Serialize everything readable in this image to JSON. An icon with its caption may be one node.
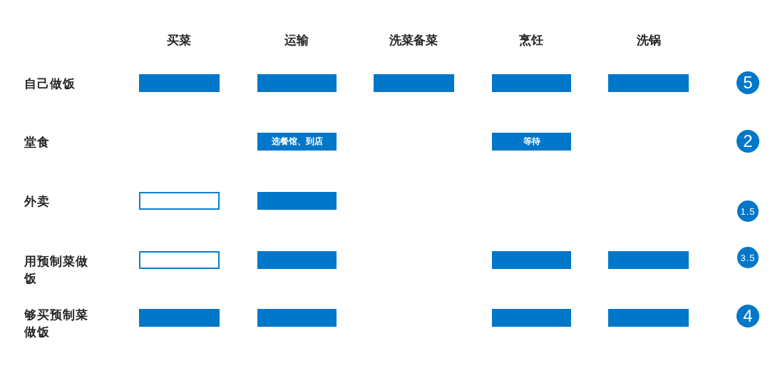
{
  "diagram": {
    "nodes": [
      {
        "text": [],
        "shape": "bar"
      },
      {
        "text": [],
        "shape": "bar"
      },
      {
        "text": [],
        "shape": "bar"
      },
      {
        "text": [],
        "shape": "bar"
      },
      {
        "text": [],
        "shape": "bar"
      },
      {
        "text": [
          "5"
        ]
      },
      {
        "text": [
          "选餐馆、到店"
        ]
      },
      {
        "text": [
          "等待"
        ]
      },
      {
        "text": [
          "2"
        ]
      },
      {
        "text": [],
        "shape": "bar"
      },
      {
        "text": [],
        "shape": "bar"
      },
      {
        "text": [
          "1.5"
        ]
      },
      {
        "text": [],
        "shape": "bar"
      },
      {
        "text": [],
        "shape": "bar"
      },
      {
        "text": [],
        "shape": "bar"
      },
      {
        "text": [],
        "shape": "bar"
      },
      {
        "text": [
          "3.5"
        ]
      },
      {
        "text": [],
        "shape": "bar"
      },
      {
        "text": [],
        "shape": "bar"
      },
      {
        "text": [],
        "shape": "bar"
      },
      {
        "text": [],
        "shape": "bar"
      },
      {
        "text": [
          "4"
        ]
      }
    ],
    "labels": [
      "买菜",
      "运输",
      "洗菜备菜",
      "烹饪",
      "洗锅",
      "自己做饭",
      "堂食",
      "外卖",
      "用预制菜做饭",
      "够买预制菜做饭"
    ]
  }
}
